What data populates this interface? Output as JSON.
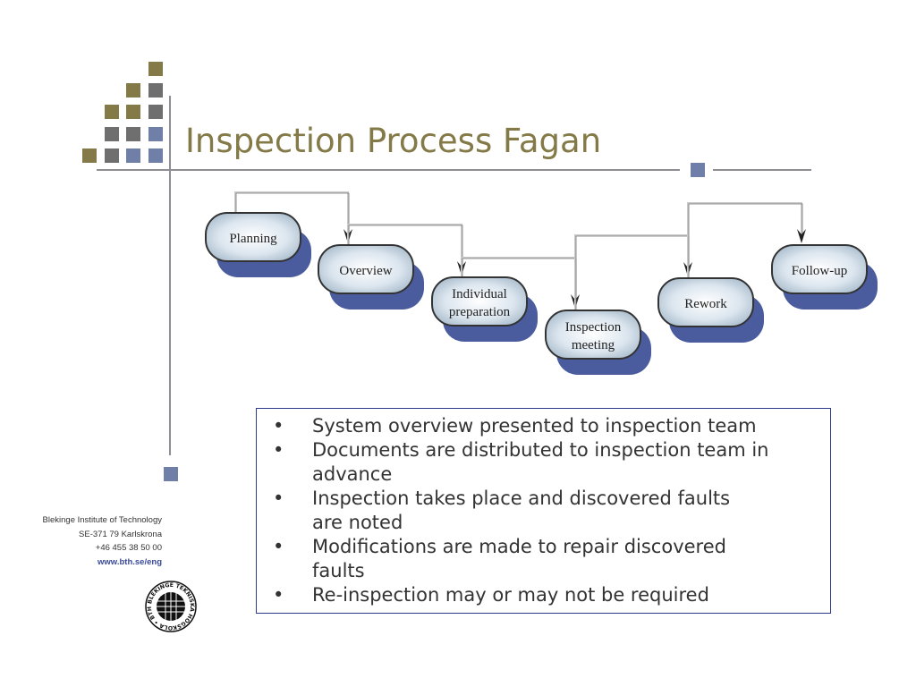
{
  "title": "Inspection Process Fagan",
  "diagram": {
    "steps": [
      {
        "id": "planning",
        "lines": [
          "Planning"
        ]
      },
      {
        "id": "overview",
        "lines": [
          "Overview"
        ]
      },
      {
        "id": "individual-preparation",
        "lines": [
          "Individual",
          "preparation"
        ]
      },
      {
        "id": "inspection-meeting",
        "lines": [
          "Inspection",
          "meeting"
        ]
      },
      {
        "id": "rework",
        "lines": [
          "Rework"
        ]
      },
      {
        "id": "follow-up",
        "lines": [
          "Follow-up"
        ]
      }
    ]
  },
  "bullets": [
    {
      "marker": "•",
      "text": "System overview presented to inspection team"
    },
    {
      "marker": "•",
      "text": "Documents are distributed to inspection team in advance"
    },
    {
      "marker": "•",
      "text": "Inspection takes place and discovered faults are noted"
    },
    {
      "marker": "•",
      "text": "Modifications are made to repair discovered faults"
    },
    {
      "marker": "•",
      "text": "Re-inspection may or may not be required"
    }
  ],
  "footer": {
    "institution": "Blekinge Institute of Technology",
    "address": "SE-371 79 Karlskrona",
    "phone": "+46 455 38 50 00",
    "web": "www.bth.se/eng"
  },
  "logo": {
    "ring_text": "BLEKINGE TEKNISKA HÖGSKOLA",
    "abbr": "BTH"
  },
  "colors": {
    "olive": "#837a48",
    "grey": "#6f6f70",
    "blue": "#6f7fa8",
    "box_border": "#2d3a8c",
    "shadow": "#4a5c9e"
  }
}
